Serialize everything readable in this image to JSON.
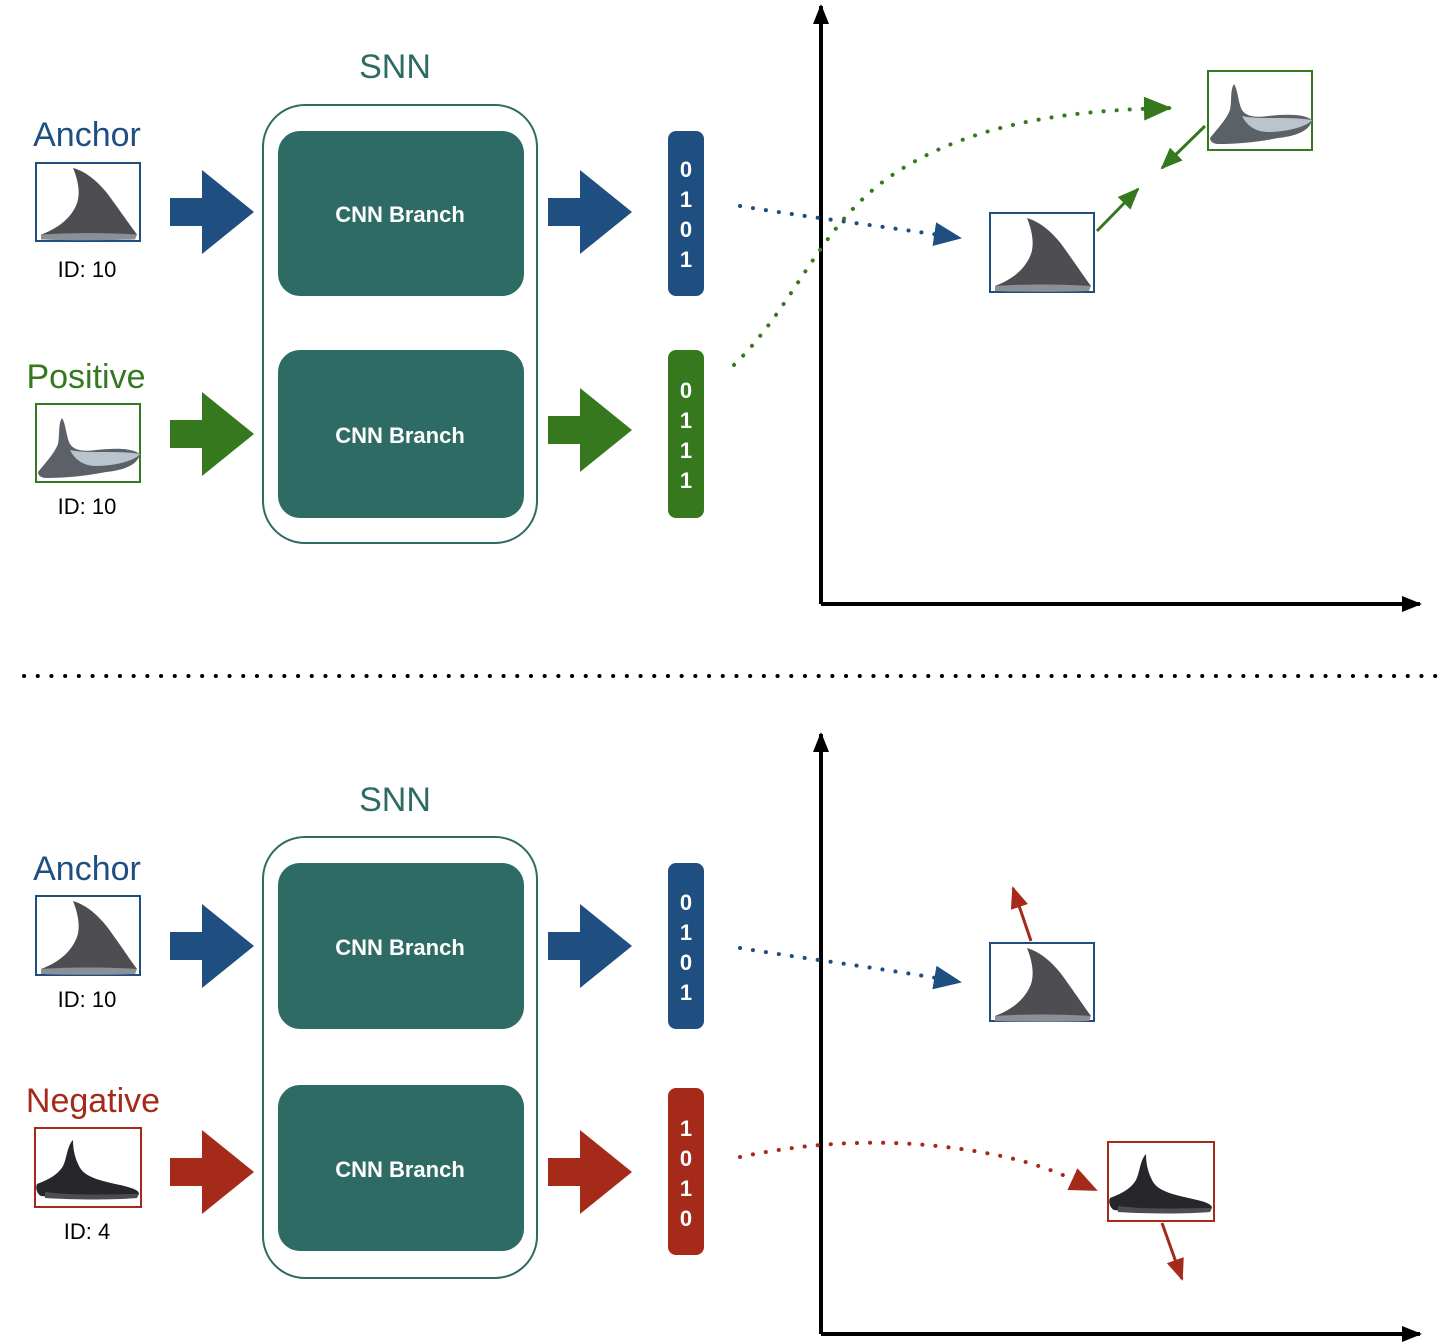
{
  "colors": {
    "blue": "#1f4e80",
    "green": "#35781e",
    "red": "#a52a1a",
    "teal": "#2e6b64",
    "black": "#000000",
    "white": "#ffffff"
  },
  "top_panel": {
    "snn_label": "SNN",
    "anchor": {
      "label": "Anchor",
      "id": "ID: 10",
      "code": [
        "0",
        "1",
        "0",
        "1"
      ]
    },
    "positive": {
      "label": "Positive",
      "id": "ID: 10",
      "code": [
        "0",
        "1",
        "1",
        "1"
      ]
    },
    "branch_top": "CNN Branch",
    "branch_bottom": "CNN Branch"
  },
  "bottom_panel": {
    "snn_label": "SNN",
    "anchor": {
      "label": "Anchor",
      "id": "ID: 10",
      "code": [
        "0",
        "1",
        "0",
        "1"
      ]
    },
    "negative": {
      "label": "Negative",
      "id": "ID: 4",
      "code": [
        "1",
        "0",
        "1",
        "0"
      ]
    },
    "branch_top": "CNN Branch",
    "branch_bottom": "CNN Branch"
  },
  "icons": {
    "fin": "dorsal-fin-icon",
    "arrow": "block-arrow-icon"
  }
}
